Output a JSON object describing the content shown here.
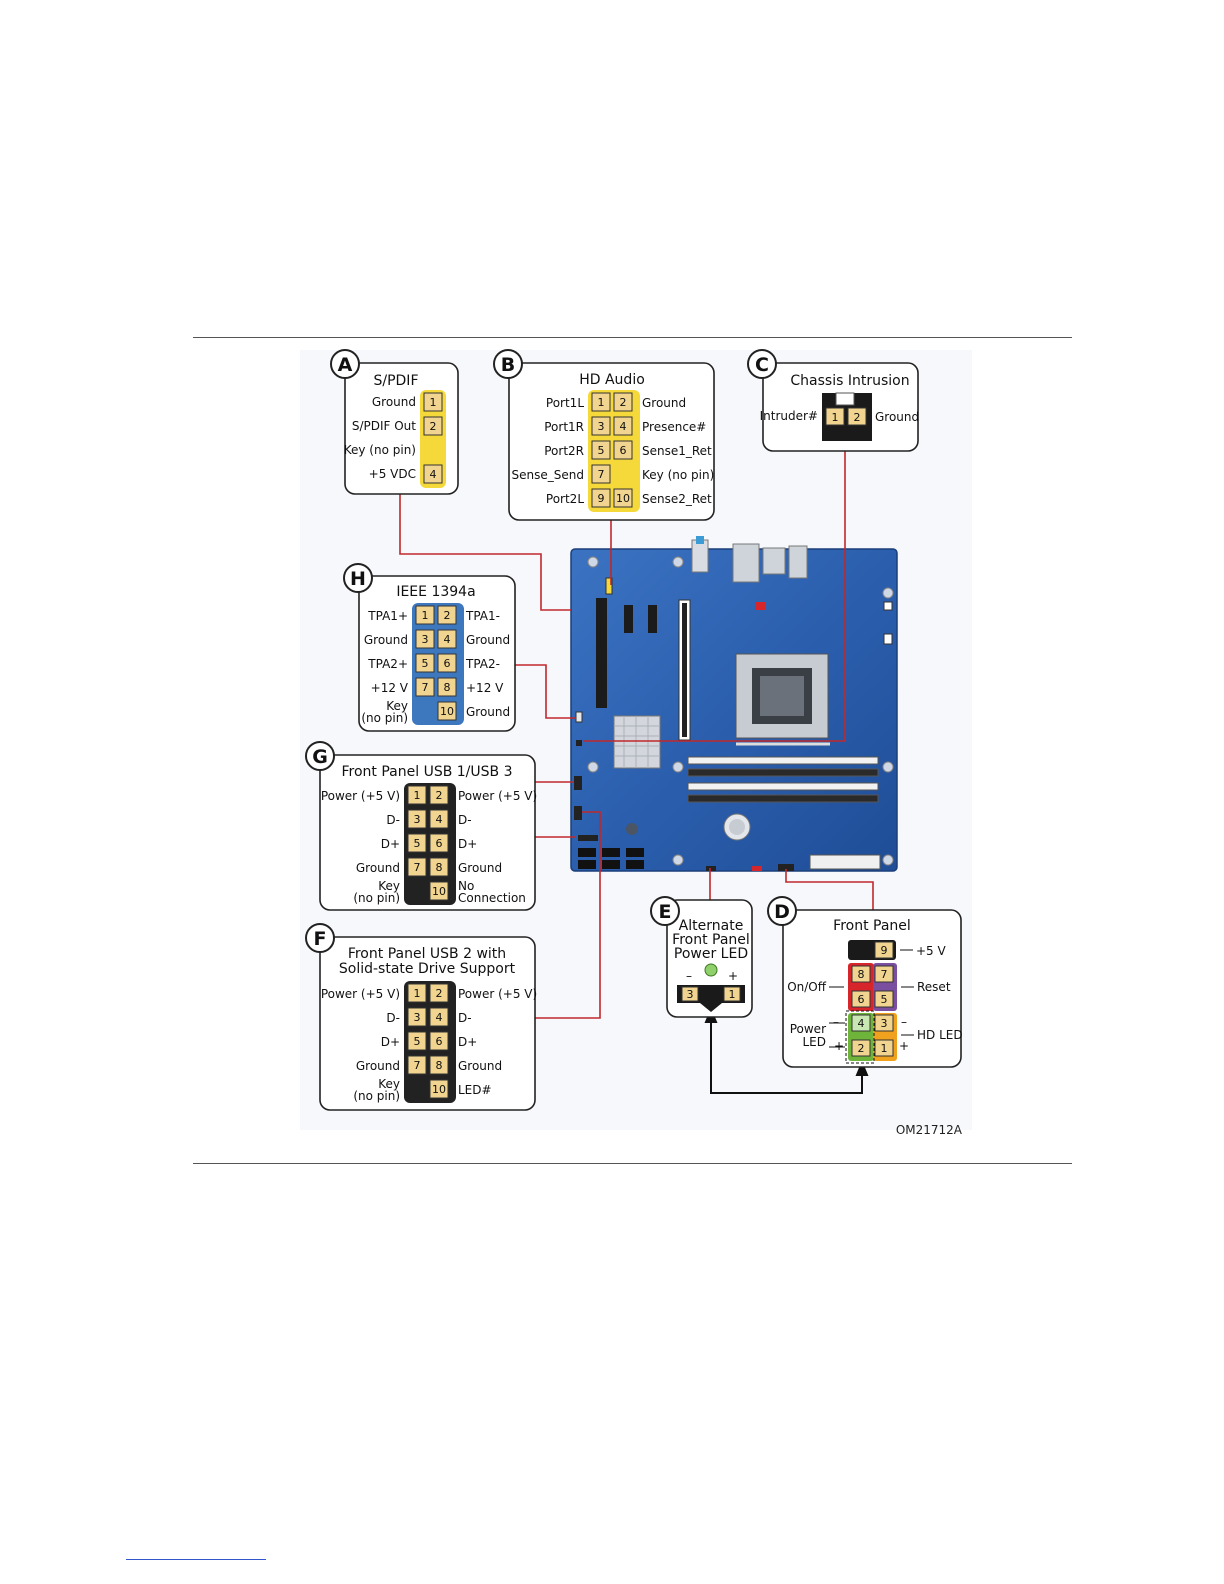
{
  "figure_code": "OM21712A",
  "panels": {
    "A": {
      "letter": "A",
      "title": "S/PDIF",
      "pins": [
        {
          "num": "1",
          "label": "Ground"
        },
        {
          "num": "2",
          "label": "S/PDIF Out"
        },
        {
          "num": "",
          "label": "Key (no pin)"
        },
        {
          "num": "4",
          "label": "+5 VDC"
        }
      ]
    },
    "B": {
      "letter": "B",
      "title": "HD Audio",
      "rows": [
        {
          "left_label": "Port1L",
          "left_num": "1",
          "right_num": "2",
          "right_label": "Ground"
        },
        {
          "left_label": "Port1R",
          "left_num": "3",
          "right_num": "4",
          "right_label": "Presence#"
        },
        {
          "left_label": "Port2R",
          "left_num": "5",
          "right_num": "6",
          "right_label": "Sense1_Ret"
        },
        {
          "left_label": "Sense_Send",
          "left_num": "7",
          "right_num": "",
          "right_label": "Key (no pin)"
        },
        {
          "left_label": "Port2L",
          "left_num": "9",
          "right_num": "10",
          "right_label": "Sense2_Ret"
        }
      ]
    },
    "C": {
      "letter": "C",
      "title": "Chassis Intrusion",
      "left_label": "Intruder#",
      "pin1": "1",
      "pin2": "2",
      "right_label": "Ground"
    },
    "H": {
      "letter": "H",
      "title": "IEEE 1394a",
      "rows": [
        {
          "left_label": "TPA1+",
          "left_num": "1",
          "right_num": "2",
          "right_label": "TPA1-"
        },
        {
          "left_label": "Ground",
          "left_num": "3",
          "right_num": "4",
          "right_label": "Ground"
        },
        {
          "left_label": "TPA2+",
          "left_num": "5",
          "right_num": "6",
          "right_label": "TPA2-"
        },
        {
          "left_label": "+12 V",
          "left_num": "7",
          "right_num": "8",
          "right_label": "+12 V"
        },
        {
          "left_label": "Key (no pin)",
          "left_num": "",
          "right_num": "10",
          "right_label": "Ground"
        }
      ]
    },
    "G": {
      "letter": "G",
      "title": "Front Panel USB 1/USB 3",
      "rows": [
        {
          "left_label": "Power (+5 V)",
          "left_num": "1",
          "right_num": "2",
          "right_label": "Power (+5 V)"
        },
        {
          "left_label": "D-",
          "left_num": "3",
          "right_num": "4",
          "right_label": "D-"
        },
        {
          "left_label": "D+",
          "left_num": "5",
          "right_num": "6",
          "right_label": "D+"
        },
        {
          "left_label": "Ground",
          "left_num": "7",
          "right_num": "8",
          "right_label": "Ground"
        },
        {
          "left_label": "Key (no pin)",
          "left_num": "",
          "right_num": "10",
          "right_label": "No Connection"
        }
      ]
    },
    "F": {
      "letter": "F",
      "title_line1": "Front Panel USB 2 with",
      "title_line2": "Solid-state Drive Support",
      "rows": [
        {
          "left_label": "Power (+5 V)",
          "left_num": "1",
          "right_num": "2",
          "right_label": "Power (+5 V)"
        },
        {
          "left_label": "D-",
          "left_num": "3",
          "right_num": "4",
          "right_label": "D-"
        },
        {
          "left_label": "D+",
          "left_num": "5",
          "right_num": "6",
          "right_label": "D+"
        },
        {
          "left_label": "Ground",
          "left_num": "7",
          "right_num": "8",
          "right_label": "Ground"
        },
        {
          "left_label": "Key (no pin)",
          "left_num": "",
          "right_num": "10",
          "right_label": "LED#"
        }
      ]
    },
    "E": {
      "letter": "E",
      "title_line1": "Alternate",
      "title_line2": "Front Panel",
      "title_line3": "Power LED",
      "minus": "–",
      "plus": "+",
      "pin_left": "3",
      "pin_right": "1"
    },
    "D": {
      "letter": "D",
      "title": "Front Panel",
      "pin9": "9",
      "pin9_label": "+5 V",
      "pin8": "8",
      "pin7": "7",
      "pin6": "6",
      "pin5": "5",
      "pin4": "4",
      "pin3": "3",
      "pin2": "2",
      "pin1": "1",
      "onoff_label": "On/Off",
      "reset_label": "Reset",
      "power_led_line1": "Power",
      "power_led_line2": "LED",
      "hd_led_label": "HD LED",
      "minus": "–",
      "plus": "+"
    }
  },
  "colors": {
    "board": "#2f64b0",
    "connector_line": "#c0282c",
    "pin_yellow": "#f5d83a",
    "pin_blue": "#3d78bf",
    "pin_black": "#222222",
    "pin_red": "#d6262b",
    "pin_purple": "#7b4fa0",
    "pin_orange": "#f0a21e",
    "pin_green": "#6fb43a",
    "pin_face": "#f1d48f"
  }
}
